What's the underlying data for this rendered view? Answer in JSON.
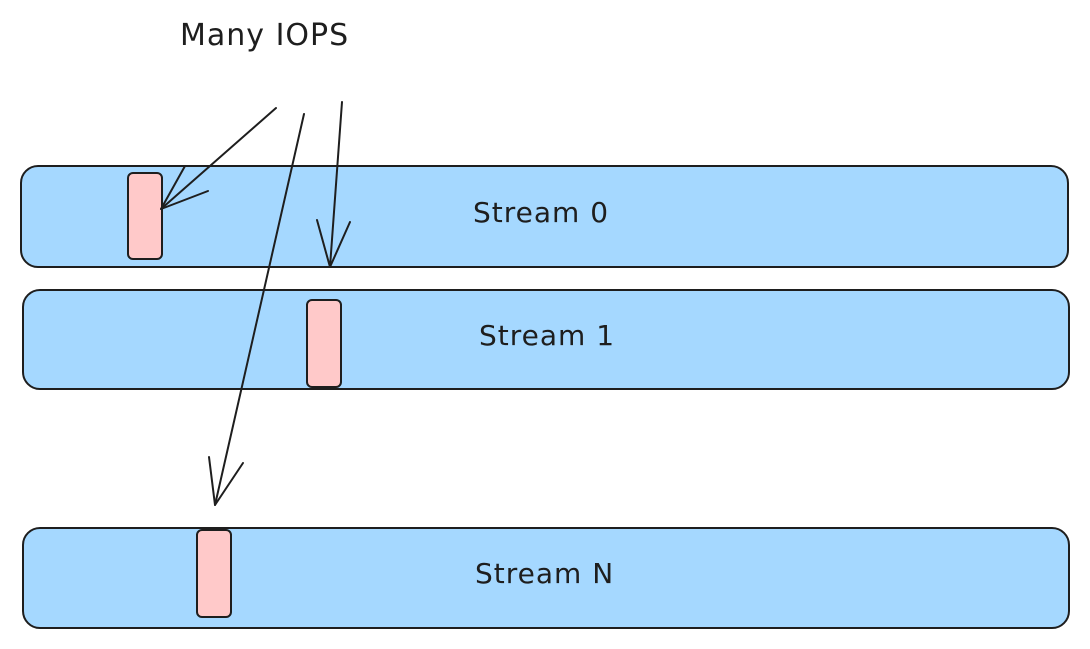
{
  "title": "Many IOPS",
  "streams": [
    {
      "label": "Stream 0"
    },
    {
      "label": "Stream 1"
    },
    {
      "label": "Stream N"
    }
  ],
  "colors": {
    "stream_fill": "#a5d8ff",
    "block_fill": "#ffc9c9",
    "stroke": "#1e1e1e"
  }
}
